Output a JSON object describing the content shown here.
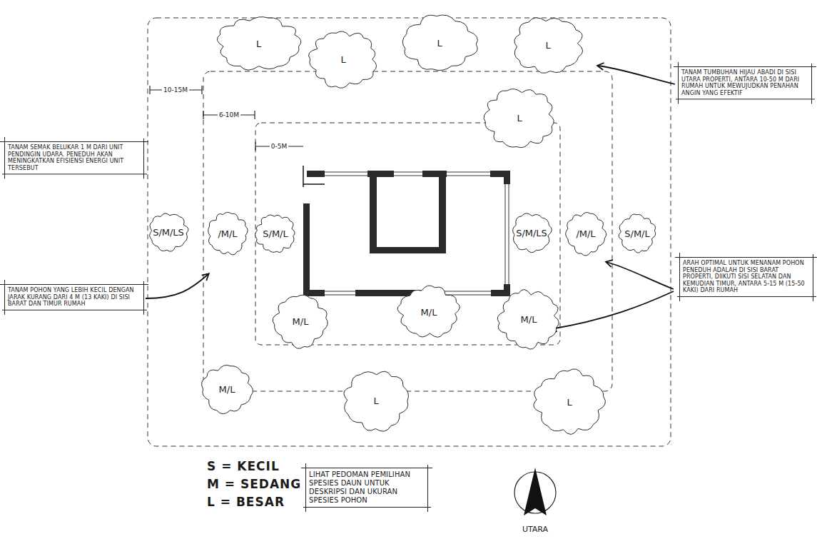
{
  "diagram": {
    "nodes": [
      {
        "text": [
          "L"
        ]
      },
      {
        "text": [
          "L"
        ]
      },
      {
        "text": [
          "L"
        ]
      },
      {
        "text": [
          "L"
        ]
      },
      {
        "text": [
          "TANAM TUMBUHAN HIJAU ABADI DI SISI UTARA PROPERTI, ANTARA 10-50 M DARI RUMAH UNTUK MEWUJUDKAN PENAHAN ANGIN YANG EFEKTIF"
        ]
      },
      {
        "text": [
          "L"
        ]
      },
      {
        "text": [
          "TANAM SEMAK BELUKAR 1 M DARI UNIT PENDINGIN UDARA. PENEDUH AKAN MENINGKATKAN EFISIENSI ENERGI UNIT TERSEBUT"
        ]
      },
      {
        "text": [
          "S/M/LS"
        ]
      },
      {
        "text": [
          "/M/L"
        ]
      },
      {
        "text": [
          "S/M/L"
        ]
      },
      {
        "text": [
          "S/M/LS"
        ]
      },
      {
        "text": [
          "/M/L"
        ]
      },
      {
        "text": [
          "S/M/L"
        ]
      },
      {
        "text": [
          "ARAH OPTIMAL UNTUK MENANAM POHON PENEDUH ADALAH DI SISI BARAT PROPERTI, DIIKUTI SISI SELATAN DAN KEMUDIAN TIMUR, ANTARA 5-15 M (15-50 KAKI) DARI RUMAH"
        ]
      },
      {
        "text": [
          "TANAM POHON YANG LEBIH KECIL DENGAN JARAK KURANG DARI 4 M (13 KAKI) DI SISI BARAT DAN TIMUR RUMAH"
        ]
      },
      {
        "text": [
          "M/L"
        ]
      },
      {
        "text": [
          "M/L"
        ]
      },
      {
        "text": [
          "M/L"
        ]
      },
      {
        "text": [
          "M/L"
        ]
      },
      {
        "text": [
          "L"
        ]
      },
      {
        "text": [
          "L"
        ]
      },
      {
        "text": [
          "LIHAT PEDOMAN PEMILIHAN SPESIES DAUN UNTUK DESKRIPSI DAN UKURAN SPESIES POHON"
        ]
      }
    ],
    "labels": [
      "10-15M",
      "6-10M",
      "0-5M",
      "S = KECIL",
      "M = SEDANG",
      "L = BESAR",
      "UTARA"
    ]
  }
}
